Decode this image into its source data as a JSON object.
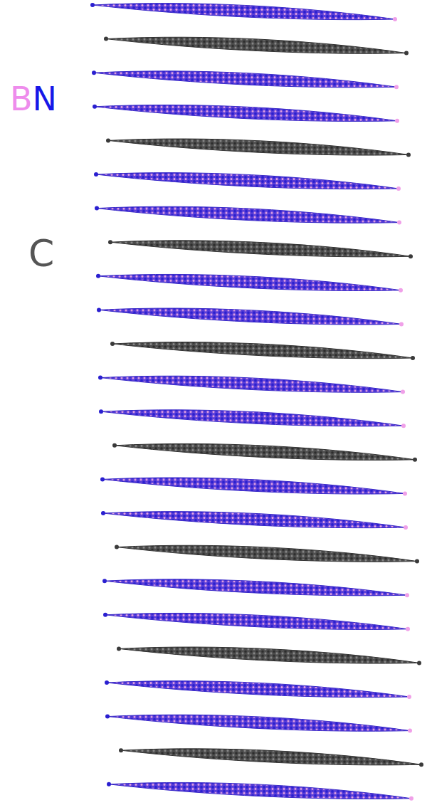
{
  "diagram": {
    "labels": [
      "B",
      "N",
      "C"
    ]
  }
}
